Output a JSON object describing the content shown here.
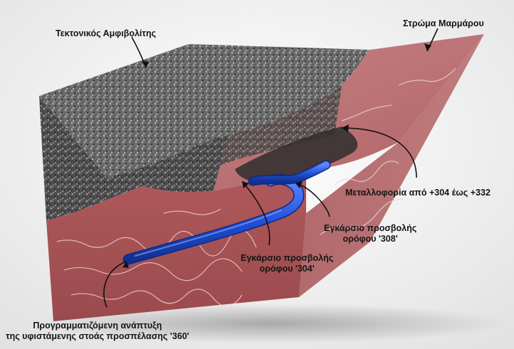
{
  "labels": {
    "amphibolite": "Τεκτονικός Αμφιβολίτης",
    "marble": "Στρώμα Μαρμάρου",
    "mineralization": "Μεταλλοφορία από +304 έως +332",
    "crosscut_308": [
      "Εγκάρσιο προσβολής",
      "ορόφου '308'"
    ],
    "crosscut_304": [
      "Εγκάρσιο προσβολής",
      "ορόφου '304'"
    ],
    "access_gallery": [
      "Προγραμματιζόμενη ανάπτυξη",
      "της υφιστάμενης στοάς προσπέλασης '360'"
    ]
  },
  "colors": {
    "background": "#f3f3f3",
    "marble": "#b86a6c",
    "marble_dark": "#8e4547",
    "amphibolite": "#5a5a5a",
    "tunnel": "#1f4fd6",
    "text": "#151515"
  }
}
